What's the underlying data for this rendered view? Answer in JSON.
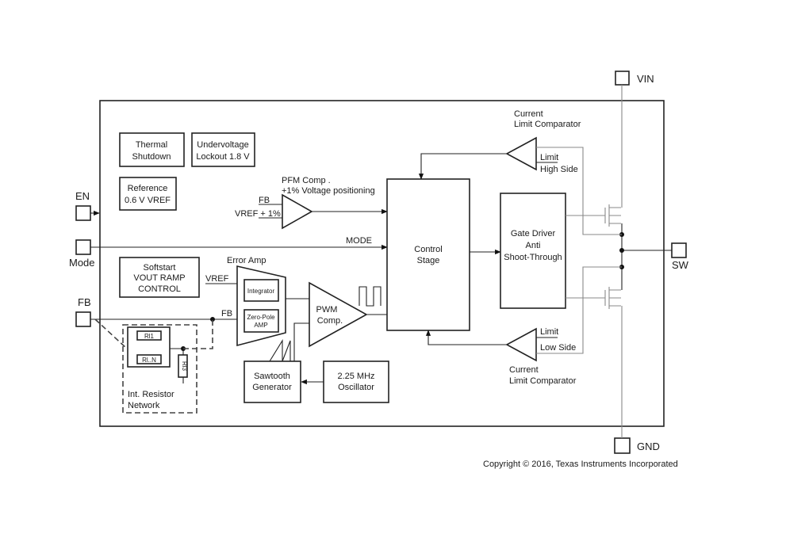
{
  "pins": {
    "vin": "VIN",
    "en": "EN",
    "mode": "Mode",
    "fb": "FB",
    "sw": "SW",
    "gnd": "GND"
  },
  "blocks": {
    "thermal": [
      "Thermal",
      "Shutdown"
    ],
    "undervoltage": [
      "Undervoltage",
      "Lockout 1.8 V"
    ],
    "reference": [
      "Reference",
      "0.6 V VREF"
    ],
    "softstart": [
      "Softstart",
      "VOUT RAMP",
      "CONTROL"
    ],
    "control_stage": [
      "Control",
      "Stage"
    ],
    "gate_driver": [
      "Gate Driver",
      "Anti",
      "Shoot-Through"
    ],
    "sawtooth": [
      "Sawtooth",
      "Generator"
    ],
    "oscillator": [
      "2.25 MHz",
      "Oscillator"
    ],
    "int_resistor": [
      "Int. Resistor",
      "Network"
    ],
    "integrator": "Integrator",
    "zero_pole": [
      "Zero-Pole",
      "AMP"
    ],
    "pwm_comp": [
      "PWM",
      "Comp."
    ]
  },
  "labels": {
    "pfm_comp": [
      "PFM Comp .",
      "+1% Voltage positioning"
    ],
    "pfm_fb": "FB",
    "pfm_vref": "VREF + 1%",
    "mode_line": "MODE",
    "error_amp": "Error Amp",
    "vref": "VREF",
    "fb_line": "FB",
    "current_limit_top": [
      "Current",
      "Limit Comparator"
    ],
    "limit_top": "Limit",
    "high_side": "High Side",
    "current_limit_bottom": [
      "Current",
      "Limit Comparator"
    ],
    "limit_bottom": "Limit",
    "low_side": "Low Side",
    "rl1": "Rl1",
    "rln": "Rl..N",
    "rl3": "Rl3"
  },
  "copyright": "Copyright © 2016, Texas Instruments Incorporated"
}
